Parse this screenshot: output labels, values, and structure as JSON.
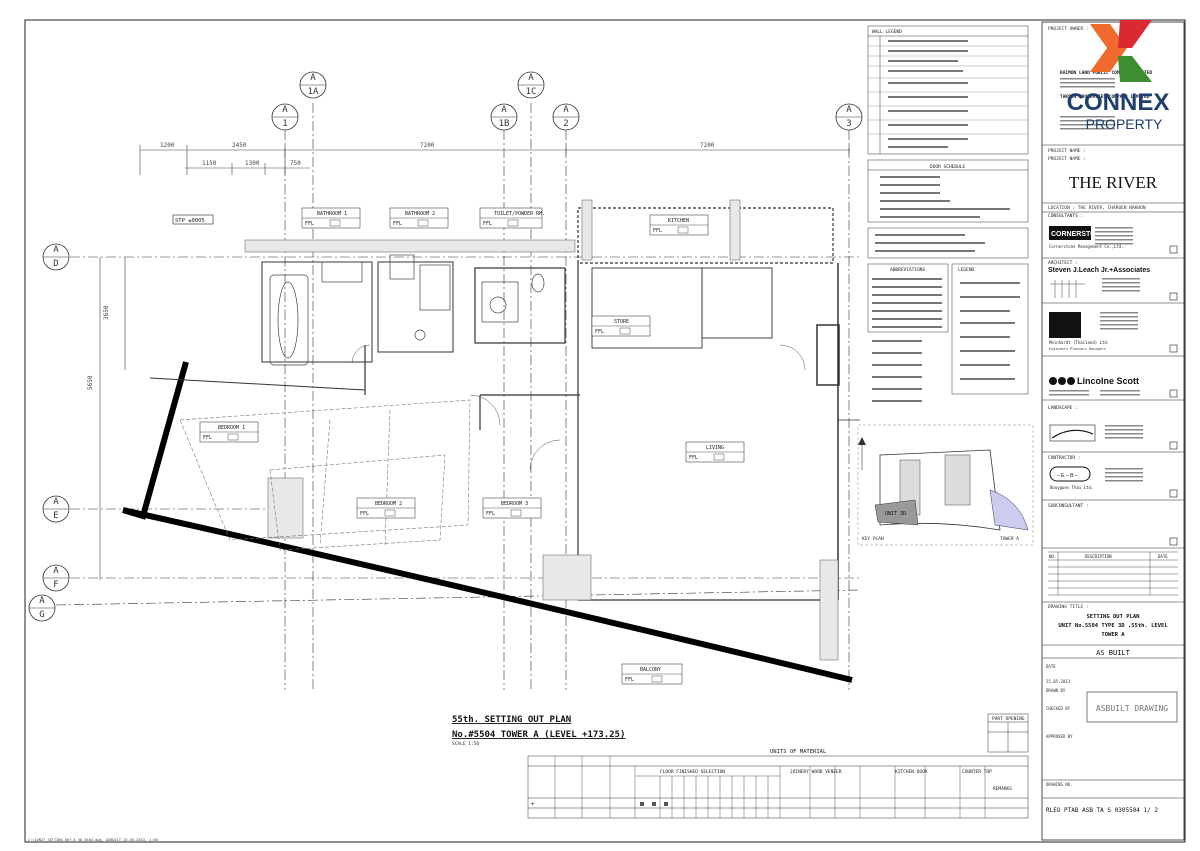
{
  "watermark": {
    "brand_line1": "CONNEX",
    "brand_line2": "PROPERTY",
    "colors": {
      "orange": "#ef6a2c",
      "red": "#d92a32",
      "green": "#3b8f2e",
      "navy": "#1f3e6e"
    }
  },
  "plan": {
    "title": "55th. SETTING OUT PLAN",
    "subtitle": "No.#5504 TOWER A (LEVEL +173.25)",
    "scale_note": "SCALE 1:50",
    "grid_top": [
      {
        "label": "1",
        "sub": "A"
      },
      {
        "label": "1A",
        "sub": "A"
      },
      {
        "label": "1B",
        "sub": "A"
      },
      {
        "label": "1C",
        "sub": "A"
      },
      {
        "label": "2",
        "sub": "A"
      },
      {
        "label": "3",
        "sub": "A"
      }
    ],
    "grid_left": [
      {
        "label": "D",
        "sub": "A"
      },
      {
        "label": "E",
        "sub": "A"
      },
      {
        "label": "F",
        "sub": "A"
      },
      {
        "label": "G",
        "sub": "A"
      }
    ],
    "dimensions_top": [
      "1200",
      "2450",
      "7200",
      "7200"
    ],
    "dimensions_sub": [
      "1150",
      "1300",
      "750"
    ],
    "dimensions_left": [
      "3650",
      "5650"
    ],
    "rooms": [
      {
        "name": "BATHROOM 1",
        "ffl": "FFL"
      },
      {
        "name": "BATHROOM 2",
        "ffl": "FFL"
      },
      {
        "name": "TOILET/POWDER RM.",
        "ffl": "FFL"
      },
      {
        "name": "KITCHEN",
        "ffl": "FFL"
      },
      {
        "name": "STORE",
        "ffl": "FFL"
      },
      {
        "name": "BEDROOM 1",
        "ffl": "FFL"
      },
      {
        "name": "LIVING",
        "ffl": "FFL"
      },
      {
        "name": "BEDROOM 2",
        "ffl": "FFL"
      },
      {
        "name": "BEDROOM 3",
        "ffl": "FFL"
      },
      {
        "name": "BALCONY",
        "ffl": "FFL"
      }
    ],
    "wall_tag": "STP ±0005",
    "key_plan_unit": "UNIT 3D",
    "key_plan_label": "KEY PLAN",
    "tower_label": "TOWER A"
  },
  "finish_table": {
    "title": "UNITS OF MATERIAL",
    "group_floor": "FLOOR FINISHED SELECTION",
    "group_joinery": "JOINERY WOOD VENEER",
    "group_door": "KITCHEN DOOR",
    "group_counter": "COUNTER TOP",
    "remarks": "REMARKS",
    "row_marker": "+"
  },
  "part_opening": {
    "title": "PART OPENING"
  },
  "title_block": {
    "project_owner_label": "PROJECT OWNER :",
    "owner_name": "RAIMON LAND PUBLIC COMPANY LIMITED",
    "developer_name": "TAKSIN PROPERTIES COMPANY LIMITED",
    "project_name_label": "PROJECT NAME :",
    "project_name": "THE RIVER",
    "location_label": "LOCATION : THE RIVER, CHAROEN NAKHON",
    "consultants_label": "CONSULTANTS :",
    "consultant_1": "CORNERSTONE",
    "consultant_1_sub": "Cornerstone Management Co.,Ltd.",
    "architect_label": "ARCHITECT :",
    "architect": "Steven J.Leach Jr.+Associates",
    "engineer": "Meinhardt (Thailand) Ltd.",
    "engineer_sub": "Engineers Planners Managers",
    "mep": "Lincolne Scott",
    "landscape_label": "LANDSCAPE :",
    "contractor_label": "CONTRACTOR :",
    "contractor": "Bouygues Thai Ltd.",
    "sub_label": "SUBCONSULTANT :",
    "revisions_title": "REVISIONS",
    "revision_cols": [
      "NO.",
      "DESCRIPTION",
      "DATE"
    ],
    "drawing_title_label": "DRAWING TITLE :",
    "drawing_title_1": "SETTING OUT PLAN",
    "drawing_title_2": "UNIT No.5504 TYPE 3D ,55th. LEVEL",
    "drawing_title_3": "TOWER A",
    "status_label": "AS BUILT",
    "date_label": "DATE",
    "date_value": "25.05.2013",
    "drawn_label": "DRAWN BY",
    "checked_label": "CHECKED BY",
    "approved_label": "APPROVED BY",
    "stamp_text": "ASBUILT DRAWING",
    "drawing_no_label": "DRAWING NO.",
    "drawing_no": "RLEO PTAB ASB TA S 0305504 1/ 2"
  },
  "legend_notes": {
    "title_1": "WALL LEGEND",
    "title_2": "DOOR SCHEDULE",
    "title_3": "ABBREVIATIONS",
    "title_4": "LEGEND"
  },
  "footer_path": "C:\\IUNIT SETTING OUT_A_3D_5504.dwg, ASBUILT 25.05.2013, 1:50"
}
